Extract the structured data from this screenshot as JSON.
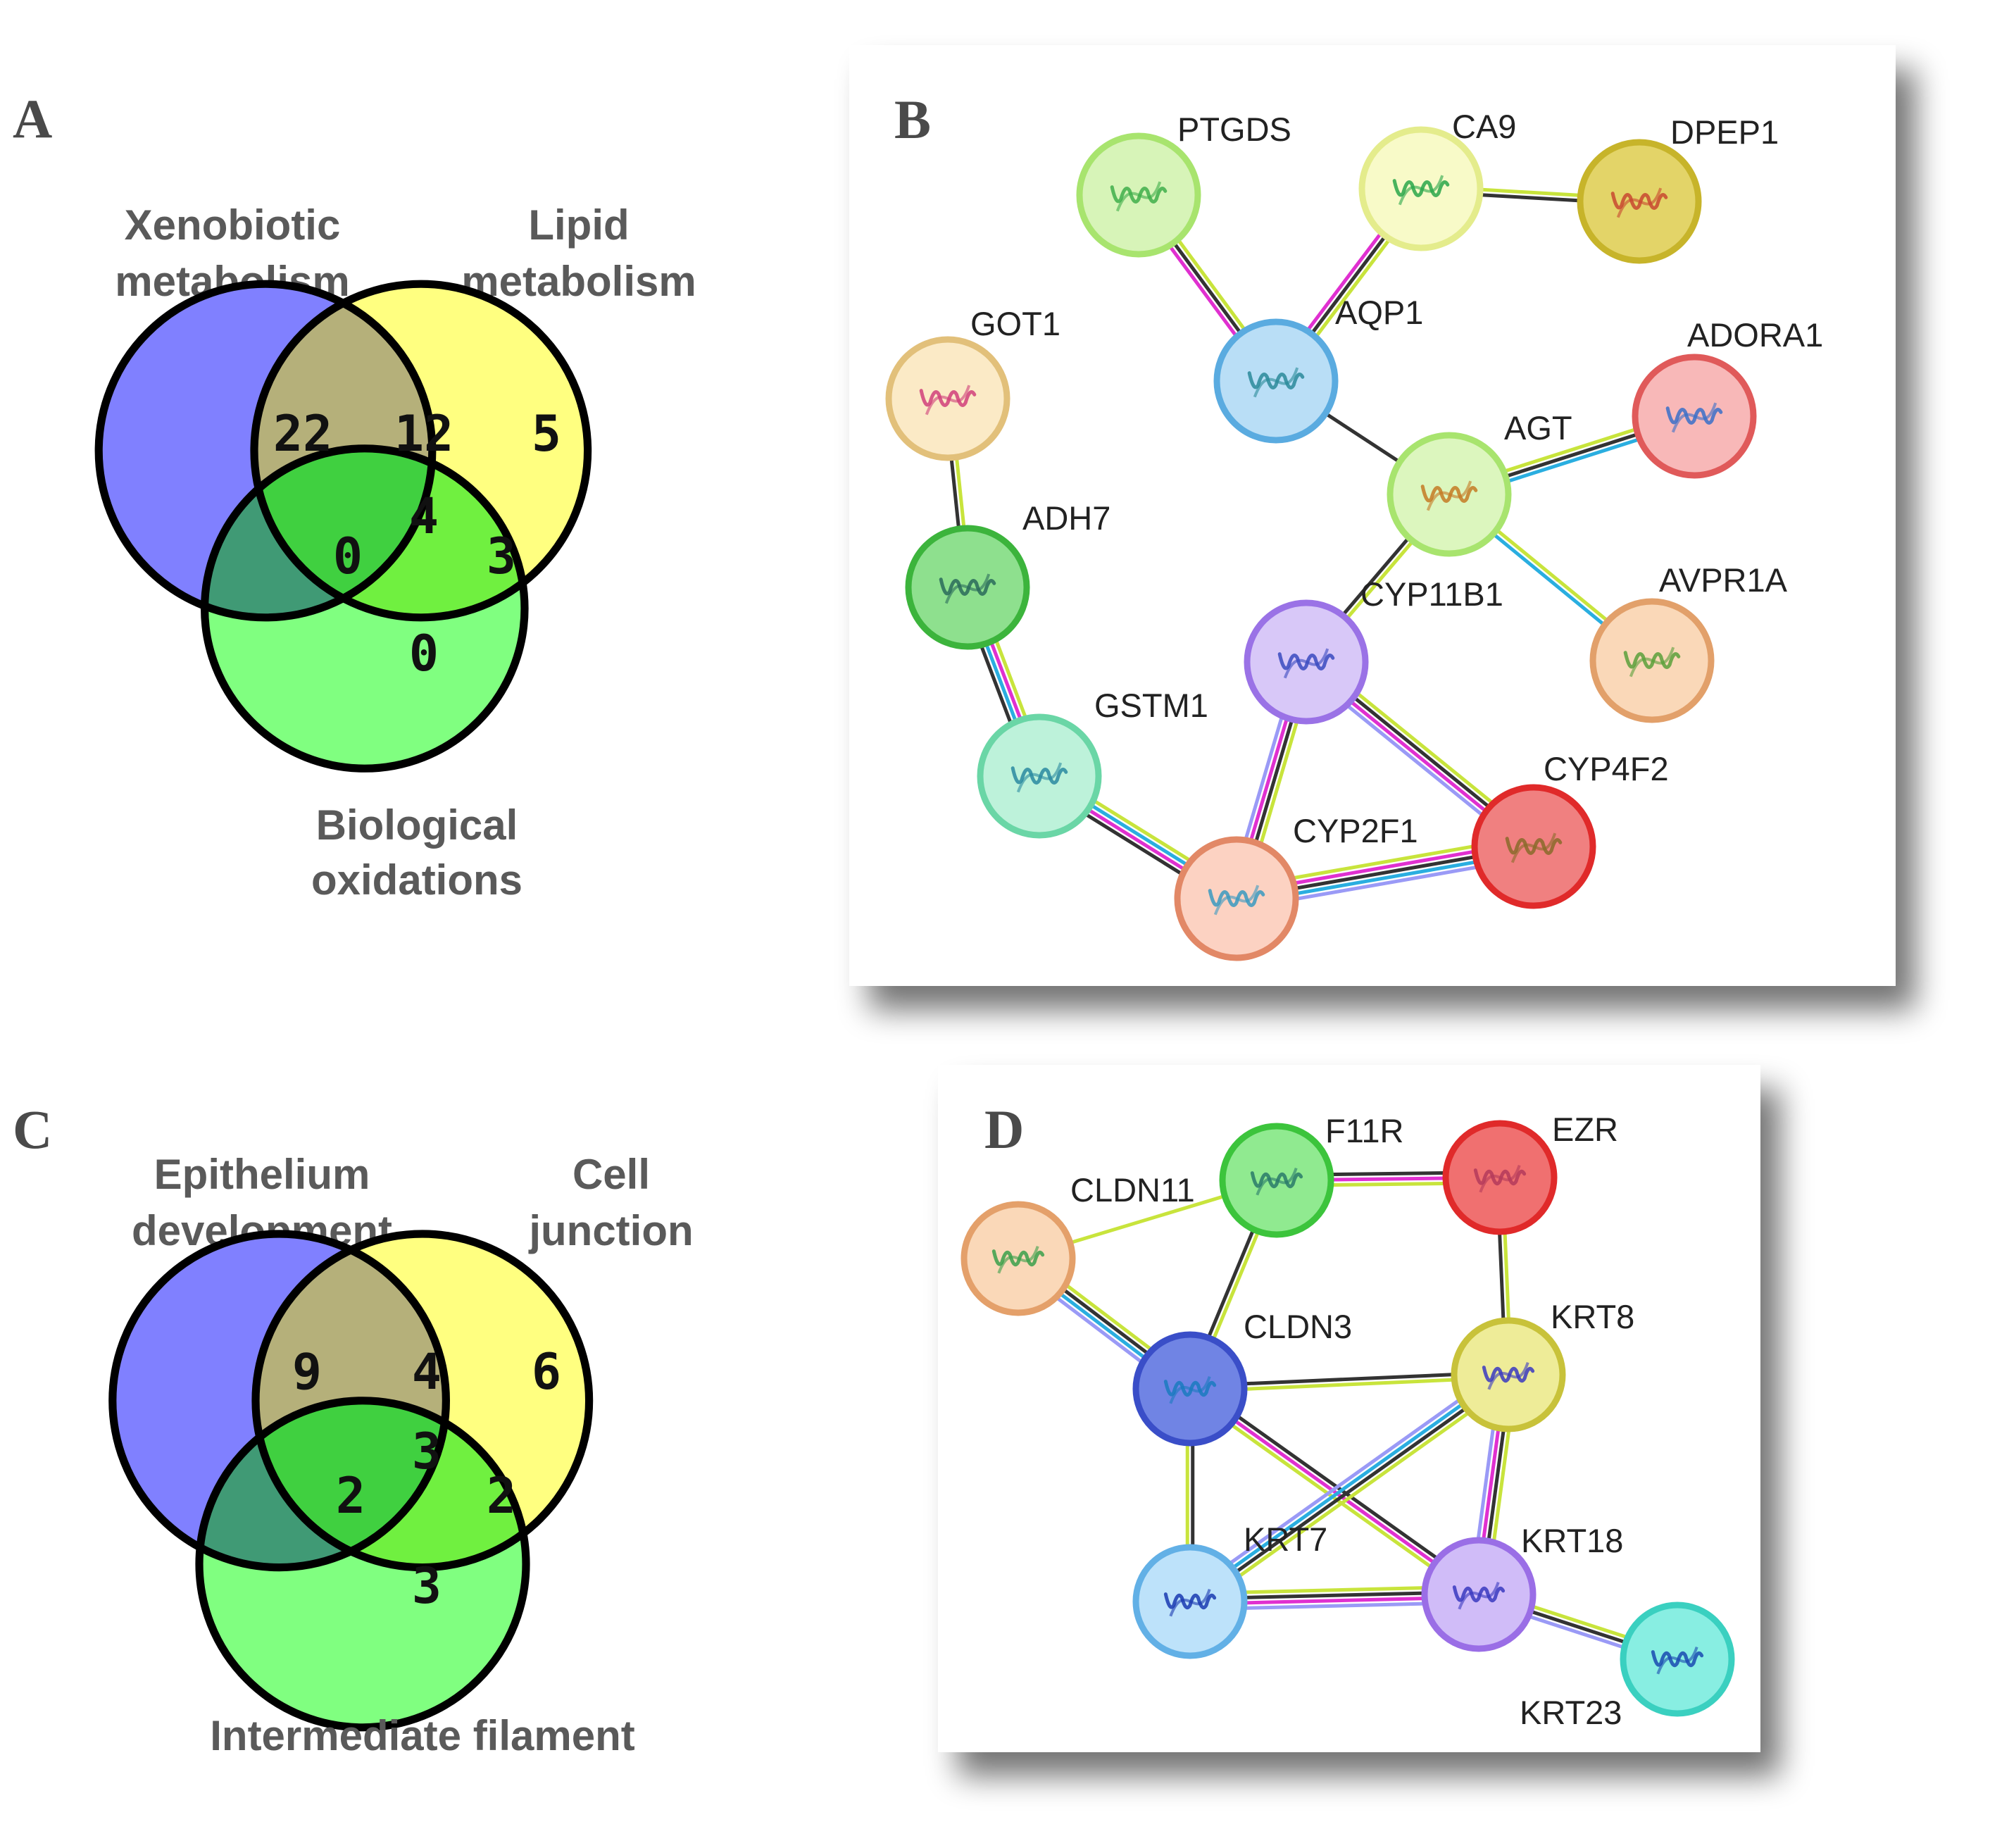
{
  "panels": {
    "A": {
      "letter": "A",
      "sets": [
        {
          "name_line1": "Xenobiotic",
          "name_line2": "metabolism",
          "color": "#8080ff"
        },
        {
          "name_line1": "Lipid",
          "name_line2": "metabolism",
          "color": "#ffff80"
        },
        {
          "name_line1": "Biological",
          "name_line2": "oxidations",
          "color": "#80ff80"
        }
      ],
      "regions": {
        "only_1": "22",
        "only_2": "5",
        "only_3": "0",
        "r12": "12",
        "r13": "0",
        "r23": "3",
        "r123": "4"
      }
    },
    "B": {
      "letter": "B",
      "nodes": [
        {
          "id": "PTGDS",
          "color": "#a8e46e",
          "fill": "#d7f4b8",
          "ribbon": "#3fae4a"
        },
        {
          "id": "CA9",
          "color": "#e4ec8c",
          "fill": "#f8fac8",
          "ribbon": "#2aa64a"
        },
        {
          "id": "DPEP1",
          "color": "#c7b42a",
          "fill": "#e3d468",
          "ribbon": "#c84830"
        },
        {
          "id": "GOT1",
          "color": "#e2c07a",
          "fill": "#fbeac6",
          "ribbon": "#d0407a"
        },
        {
          "id": "AQP1",
          "color": "#5aabe0",
          "fill": "#b9def6",
          "ribbon": "#2a8a9a"
        },
        {
          "id": "ADORA1",
          "color": "#e05a5a",
          "fill": "#f8b8b8",
          "ribbon": "#3a6ec8"
        },
        {
          "id": "AGT",
          "color": "#a8e46e",
          "fill": "#dcf6be",
          "ribbon": "#c47a24"
        },
        {
          "id": "ADH7",
          "color": "#3cb43c",
          "fill": "#8ee08e",
          "ribbon": "#2a6a5a"
        },
        {
          "id": "AVPR1A",
          "color": "#e2a06a",
          "fill": "#fad8b8",
          "ribbon": "#5aa03a"
        },
        {
          "id": "CYP11B1",
          "color": "#9a72e6",
          "fill": "#d8c8f8",
          "ribbon": "#3a4ac0"
        },
        {
          "id": "GSTM1",
          "color": "#6ad6a6",
          "fill": "#bdf2da",
          "ribbon": "#2a8aa0"
        },
        {
          "id": "CYP4F2",
          "color": "#e02a2a",
          "fill": "#f08080",
          "ribbon": "#8a6a2a"
        },
        {
          "id": "CYP2F1",
          "color": "#e28866",
          "fill": "#fcd2c2",
          "ribbon": "#3a9ac0"
        }
      ],
      "edges": [
        {
          "from": "PTGDS",
          "to": "AQP1",
          "types": [
            "text",
            "coexp",
            "exp"
          ]
        },
        {
          "from": "CA9",
          "to": "AQP1",
          "types": [
            "text",
            "coexp",
            "exp"
          ]
        },
        {
          "from": "CA9",
          "to": "DPEP1",
          "types": [
            "text",
            "coexp"
          ]
        },
        {
          "from": "GOT1",
          "to": "ADH7",
          "types": [
            "text",
            "coexp"
          ]
        },
        {
          "from": "AQP1",
          "to": "AGT",
          "types": [
            "coexp"
          ]
        },
        {
          "from": "AGT",
          "to": "ADORA1",
          "types": [
            "text",
            "coexp",
            "db"
          ]
        },
        {
          "from": "AGT",
          "to": "AVPR1A",
          "types": [
            "text",
            "db"
          ]
        },
        {
          "from": "AGT",
          "to": "CYP11B1",
          "types": [
            "text",
            "coexp"
          ]
        },
        {
          "from": "ADH7",
          "to": "GSTM1",
          "types": [
            "text",
            "exp",
            "db",
            "coexp"
          ]
        },
        {
          "from": "GSTM1",
          "to": "CYP2F1",
          "types": [
            "text",
            "db",
            "exp",
            "coexp"
          ]
        },
        {
          "from": "CYP11B1",
          "to": "CYP2F1",
          "types": [
            "text",
            "coexp",
            "exp",
            "homol"
          ]
        },
        {
          "from": "CYP11B1",
          "to": "CYP4F2",
          "types": [
            "text",
            "coexp",
            "exp",
            "homol"
          ]
        },
        {
          "from": "CYP2F1",
          "to": "CYP4F2",
          "types": [
            "text",
            "exp",
            "coexp",
            "db",
            "homol"
          ]
        }
      ]
    },
    "C": {
      "letter": "C",
      "sets": [
        {
          "name_line1": "Epithelium",
          "name_line2": "development",
          "color": "#8080ff"
        },
        {
          "name_line1": "Cell",
          "name_line2": "junction",
          "color": "#ffff80"
        },
        {
          "name_line1": "Intermediate filament",
          "name_line2": "",
          "color": "#80ff80"
        }
      ],
      "regions": {
        "only_1": "9",
        "only_2": "6",
        "only_3": "3",
        "r12": "4",
        "r13": "2",
        "r23": "2",
        "r123": "3"
      }
    },
    "D": {
      "letter": "D",
      "nodes": [
        {
          "id": "CLDN11",
          "color": "#e4a06a",
          "fill": "#fad8b8",
          "ribbon": "#3aa04a"
        },
        {
          "id": "F11R",
          "color": "#3cc43c",
          "fill": "#90ea90",
          "ribbon": "#2a7a6a"
        },
        {
          "id": "EZR",
          "color": "#e02a2a",
          "fill": "#f07070",
          "ribbon": "#b43a5a"
        },
        {
          "id": "CLDN3",
          "color": "#3a4ec8",
          "fill": "#7084e4",
          "ribbon": "#1a7ac0"
        },
        {
          "id": "KRT8",
          "color": "#c8c23a",
          "fill": "#eeec98",
          "ribbon": "#3a3ac0"
        },
        {
          "id": "KRT7",
          "color": "#62b0e6",
          "fill": "#bde2fa",
          "ribbon": "#1a3ab0"
        },
        {
          "id": "KRT18",
          "color": "#9a6ee6",
          "fill": "#d0bcf8",
          "ribbon": "#3a3ac0"
        },
        {
          "id": "KRT23",
          "color": "#3ad0c0",
          "fill": "#88eee2",
          "ribbon": "#1a4ab0"
        }
      ],
      "edges": [
        {
          "from": "CLDN11",
          "to": "F11R",
          "types": [
            "text"
          ]
        },
        {
          "from": "CLDN11",
          "to": "CLDN3",
          "types": [
            "text",
            "coexp",
            "db",
            "homol"
          ]
        },
        {
          "from": "F11R",
          "to": "EZR",
          "types": [
            "coexp",
            "exp",
            "text"
          ]
        },
        {
          "from": "F11R",
          "to": "CLDN3",
          "types": [
            "text",
            "coexp"
          ]
        },
        {
          "from": "EZR",
          "to": "KRT8",
          "types": [
            "text",
            "coexp"
          ]
        },
        {
          "from": "CLDN3",
          "to": "KRT8",
          "types": [
            "coexp",
            "text"
          ]
        },
        {
          "from": "CLDN3",
          "to": "KRT7",
          "types": [
            "coexp",
            "text"
          ]
        },
        {
          "from": "CLDN3",
          "to": "KRT18",
          "types": [
            "coexp",
            "exp",
            "text"
          ]
        },
        {
          "from": "KRT8",
          "to": "KRT7",
          "types": [
            "text",
            "coexp",
            "db",
            "homol"
          ]
        },
        {
          "from": "KRT8",
          "to": "KRT18",
          "types": [
            "text",
            "coexp",
            "exp",
            "homol"
          ]
        },
        {
          "from": "KRT7",
          "to": "KRT18",
          "types": [
            "text",
            "coexp",
            "exp",
            "homol"
          ]
        },
        {
          "from": "KRT18",
          "to": "KRT23",
          "types": [
            "text",
            "coexp",
            "homol"
          ]
        }
      ]
    }
  },
  "edge_colors": {
    "text": "#c8e43c",
    "coexp": "#333333",
    "exp": "#e030d0",
    "db": "#2aaee0",
    "homol": "#9a9af6"
  }
}
